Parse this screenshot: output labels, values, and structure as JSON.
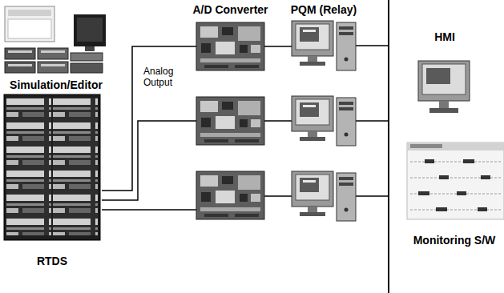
{
  "diagram": {
    "nodes": [
      {
        "text": [
          "Simulation/Editor"
        ]
      },
      {
        "text": [
          "RTDS"
        ]
      },
      {
        "text": [
          "A/D Converter"
        ]
      },
      {
        "text": [
          "PQM (Relay)"
        ]
      },
      {
        "text": [
          "HMI"
        ]
      },
      {
        "text": [
          "Monitoring S/W"
        ]
      }
    ],
    "edges": [
      {
        "from": 1,
        "to": 2,
        "label": "Analog Output",
        "arrow": "none"
      },
      {
        "from": 2,
        "to": 3,
        "arrow": "none"
      }
    ]
  }
}
